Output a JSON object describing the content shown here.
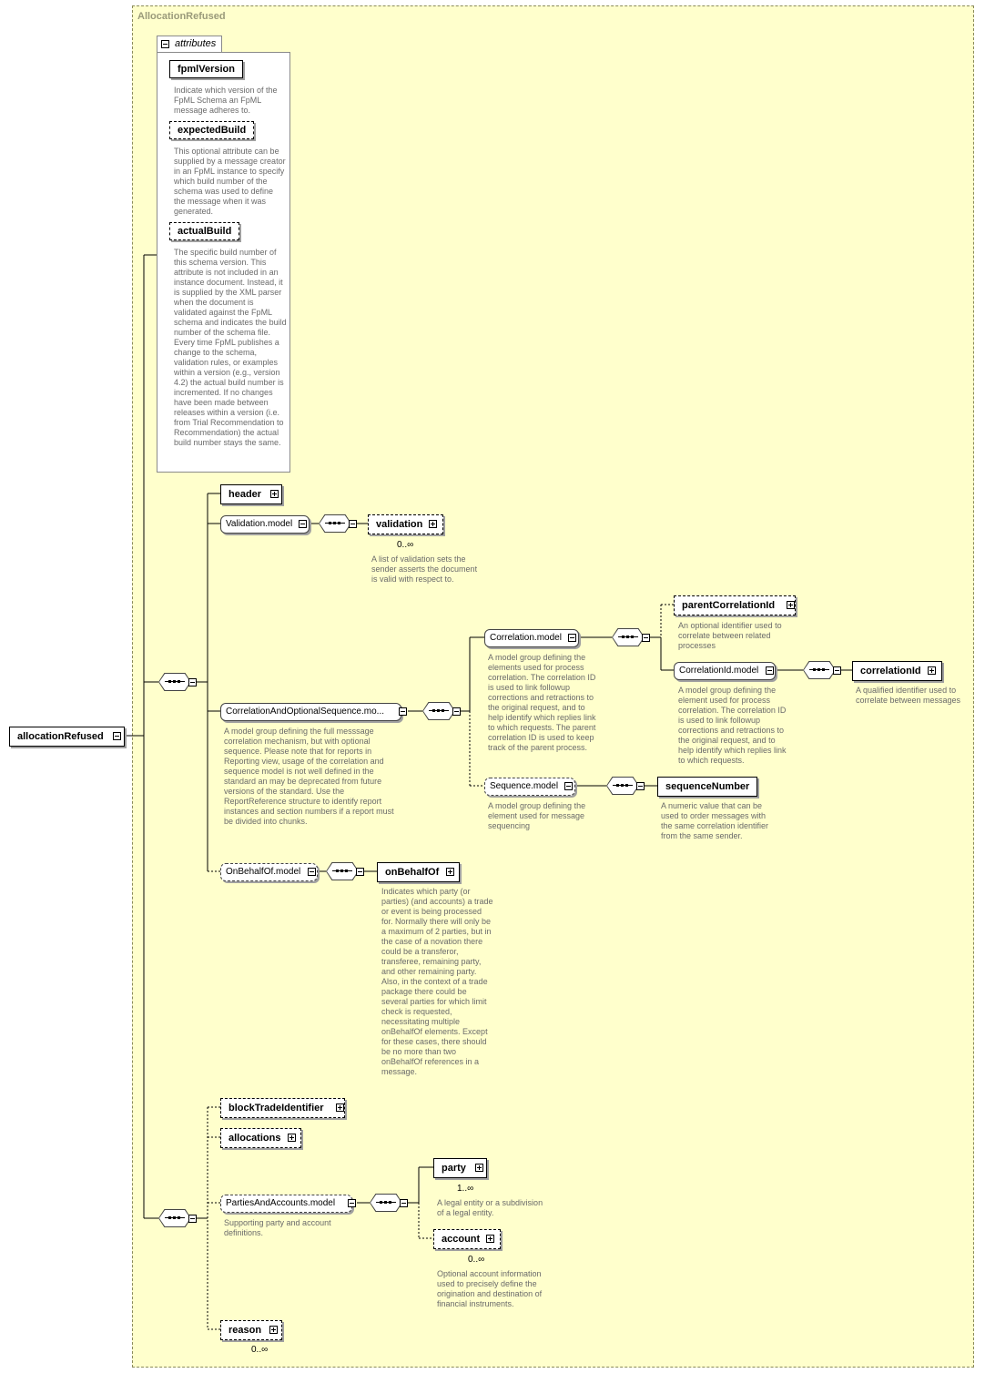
{
  "region_title": "AllocationRefused",
  "attributes_tab": "attributes",
  "attributes": [
    {
      "name": "fpmlVersion",
      "doc": "Indicate which version of the FpML Schema an FpML message adheres to."
    },
    {
      "name": "expectedBuild",
      "doc": "This optional attribute can be supplied by a message creator in an FpML instance to specify which build number of the schema was used to define the message when it was generated."
    },
    {
      "name": "actualBuild",
      "doc": "The specific build number of this schema version. This attribute is not included in an instance document. Instead, it is supplied by the XML parser when the document is validated against the FpML schema and indicates the build number of the schema file. Every time FpML publishes a change to the schema, validation rules, or examples within a version (e.g., version 4.2) the actual build number is incremented. If no changes have been made between releases within a version (i.e. from Trial Recommendation to Recommendation) the actual build number stays the same."
    }
  ],
  "root": {
    "name": "allocationRefused"
  },
  "nodes": {
    "header": "header",
    "validation_model": "Validation.model",
    "validation": "validation",
    "validation_card": "0..∞",
    "validation_doc": "A list of validation sets the sender asserts the document is valid with respect to.",
    "corr_opt_seq_model": "CorrelationAndOptionalSequence.mo...",
    "corr_opt_seq_doc": "A model group defining the full messsage correlation mechanism, but with optional sequence. Please note that for reports in Reporting view, usage of the correlation and sequence model is not well defined in the standard an may be deprecated from future versions of the standard. Use the ReportReference structure to identify report instances and section numbers if a report must be divided into chunks.",
    "correlation_model": "Correlation.model",
    "correlation_doc": "A model group defining the elements used for process correlation. The correlation ID is used to link followup corrections and retractions to the original request, and to help identify which replies link to which requests. The parent correlation ID is used to keep track of the parent process.",
    "parent_correlation_id": "parentCorrelationId",
    "parent_correlation_doc": "An optional identifier used to correlate between related processes",
    "correlation_id_model": "CorrelationId.model",
    "correlation_id_model_doc": "A model group defining the element used for process correlation. The correlation ID is used to link followup corrections and retractions to the original request, and to help identify which replies link to which requests.",
    "correlation_id": "correlationId",
    "correlation_id_doc": "A qualified identifier used to correlate between messages",
    "sequence_model": "Sequence.model",
    "sequence_model_doc": "A model group defining the element used for message sequencing",
    "sequence_number": "sequenceNumber",
    "sequence_number_doc": "A numeric value that can be used to order messages with the same correlation identifier from the same sender.",
    "on_behalf_of_model": "OnBehalfOf.model",
    "on_behalf_of": "onBehalfOf",
    "on_behalf_of_doc": "Indicates which party (or parties) (and accounts) a trade or event is being processed for. Normally there will only be a maximum of 2 parties, but in the case of a novation there could be a transferor, transferee, remaining party, and other remaining party. Also, in the context of a trade package there could be several parties for which limit check is requested, necessitating multiple onBehalfOf elements. Except for these cases, there should be no more than two onBehalfOf references in a message.",
    "block_trade_identifier": "blockTradeIdentifier",
    "allocations": "allocations",
    "parties_accounts_model": "PartiesAndAccounts.model",
    "parties_accounts_doc": "Supporting party and account definitions.",
    "party": "party",
    "party_card": "1..∞",
    "party_doc": "A legal entity or a subdivision of a legal entity.",
    "account": "account",
    "account_card": "0..∞",
    "account_doc": "Optional account information used to precisely define the origination and destination of financial instruments.",
    "reason": "reason",
    "reason_card": "0..∞"
  },
  "icons": [
    "minus-box-icon",
    "plus-box-icon",
    "sequence-compositor-icon"
  ]
}
